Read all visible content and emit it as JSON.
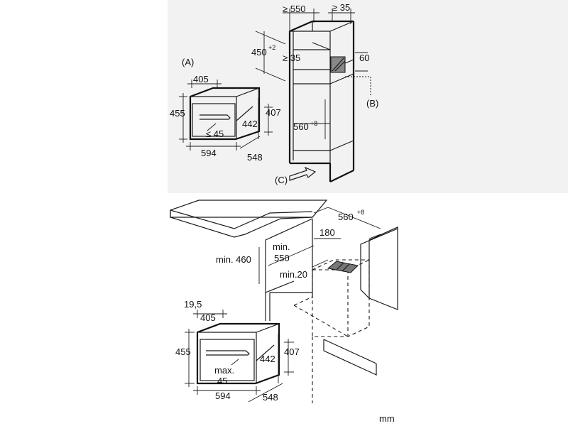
{
  "top": {
    "label_a": "(A)",
    "label_b": "(B)",
    "label_c": "(C)",
    "oven_width_top": "405",
    "oven_height": "455",
    "oven_height_inner": "442",
    "oven_depth_side": "407",
    "oven_front_gap": "≤ 45",
    "oven_width": "594",
    "oven_depth": "548",
    "cab_width_min": "≥ 550",
    "cab_gap_top": "≥ 35",
    "cab_height_main": "450",
    "cab_height_sup": "+2",
    "cab_gap_mid": "≥ 35",
    "cab_vent": "60",
    "cab_niche_main": "560",
    "cab_niche_sup": "+8"
  },
  "bottom": {
    "niche_main": "560",
    "niche_sup": "+8",
    "depth_180": "180",
    "min_460": "min. 460",
    "min_550_a": "min.",
    "min_550_b": "550",
    "min_20": "min.20",
    "offset_195": "19,5",
    "oven_width_top": "405",
    "oven_height": "455",
    "oven_height_inner": "442",
    "oven_depth_side": "407",
    "max_a": "max.",
    "max_b": "45",
    "oven_width": "594",
    "oven_depth": "548"
  },
  "unit": "mm"
}
